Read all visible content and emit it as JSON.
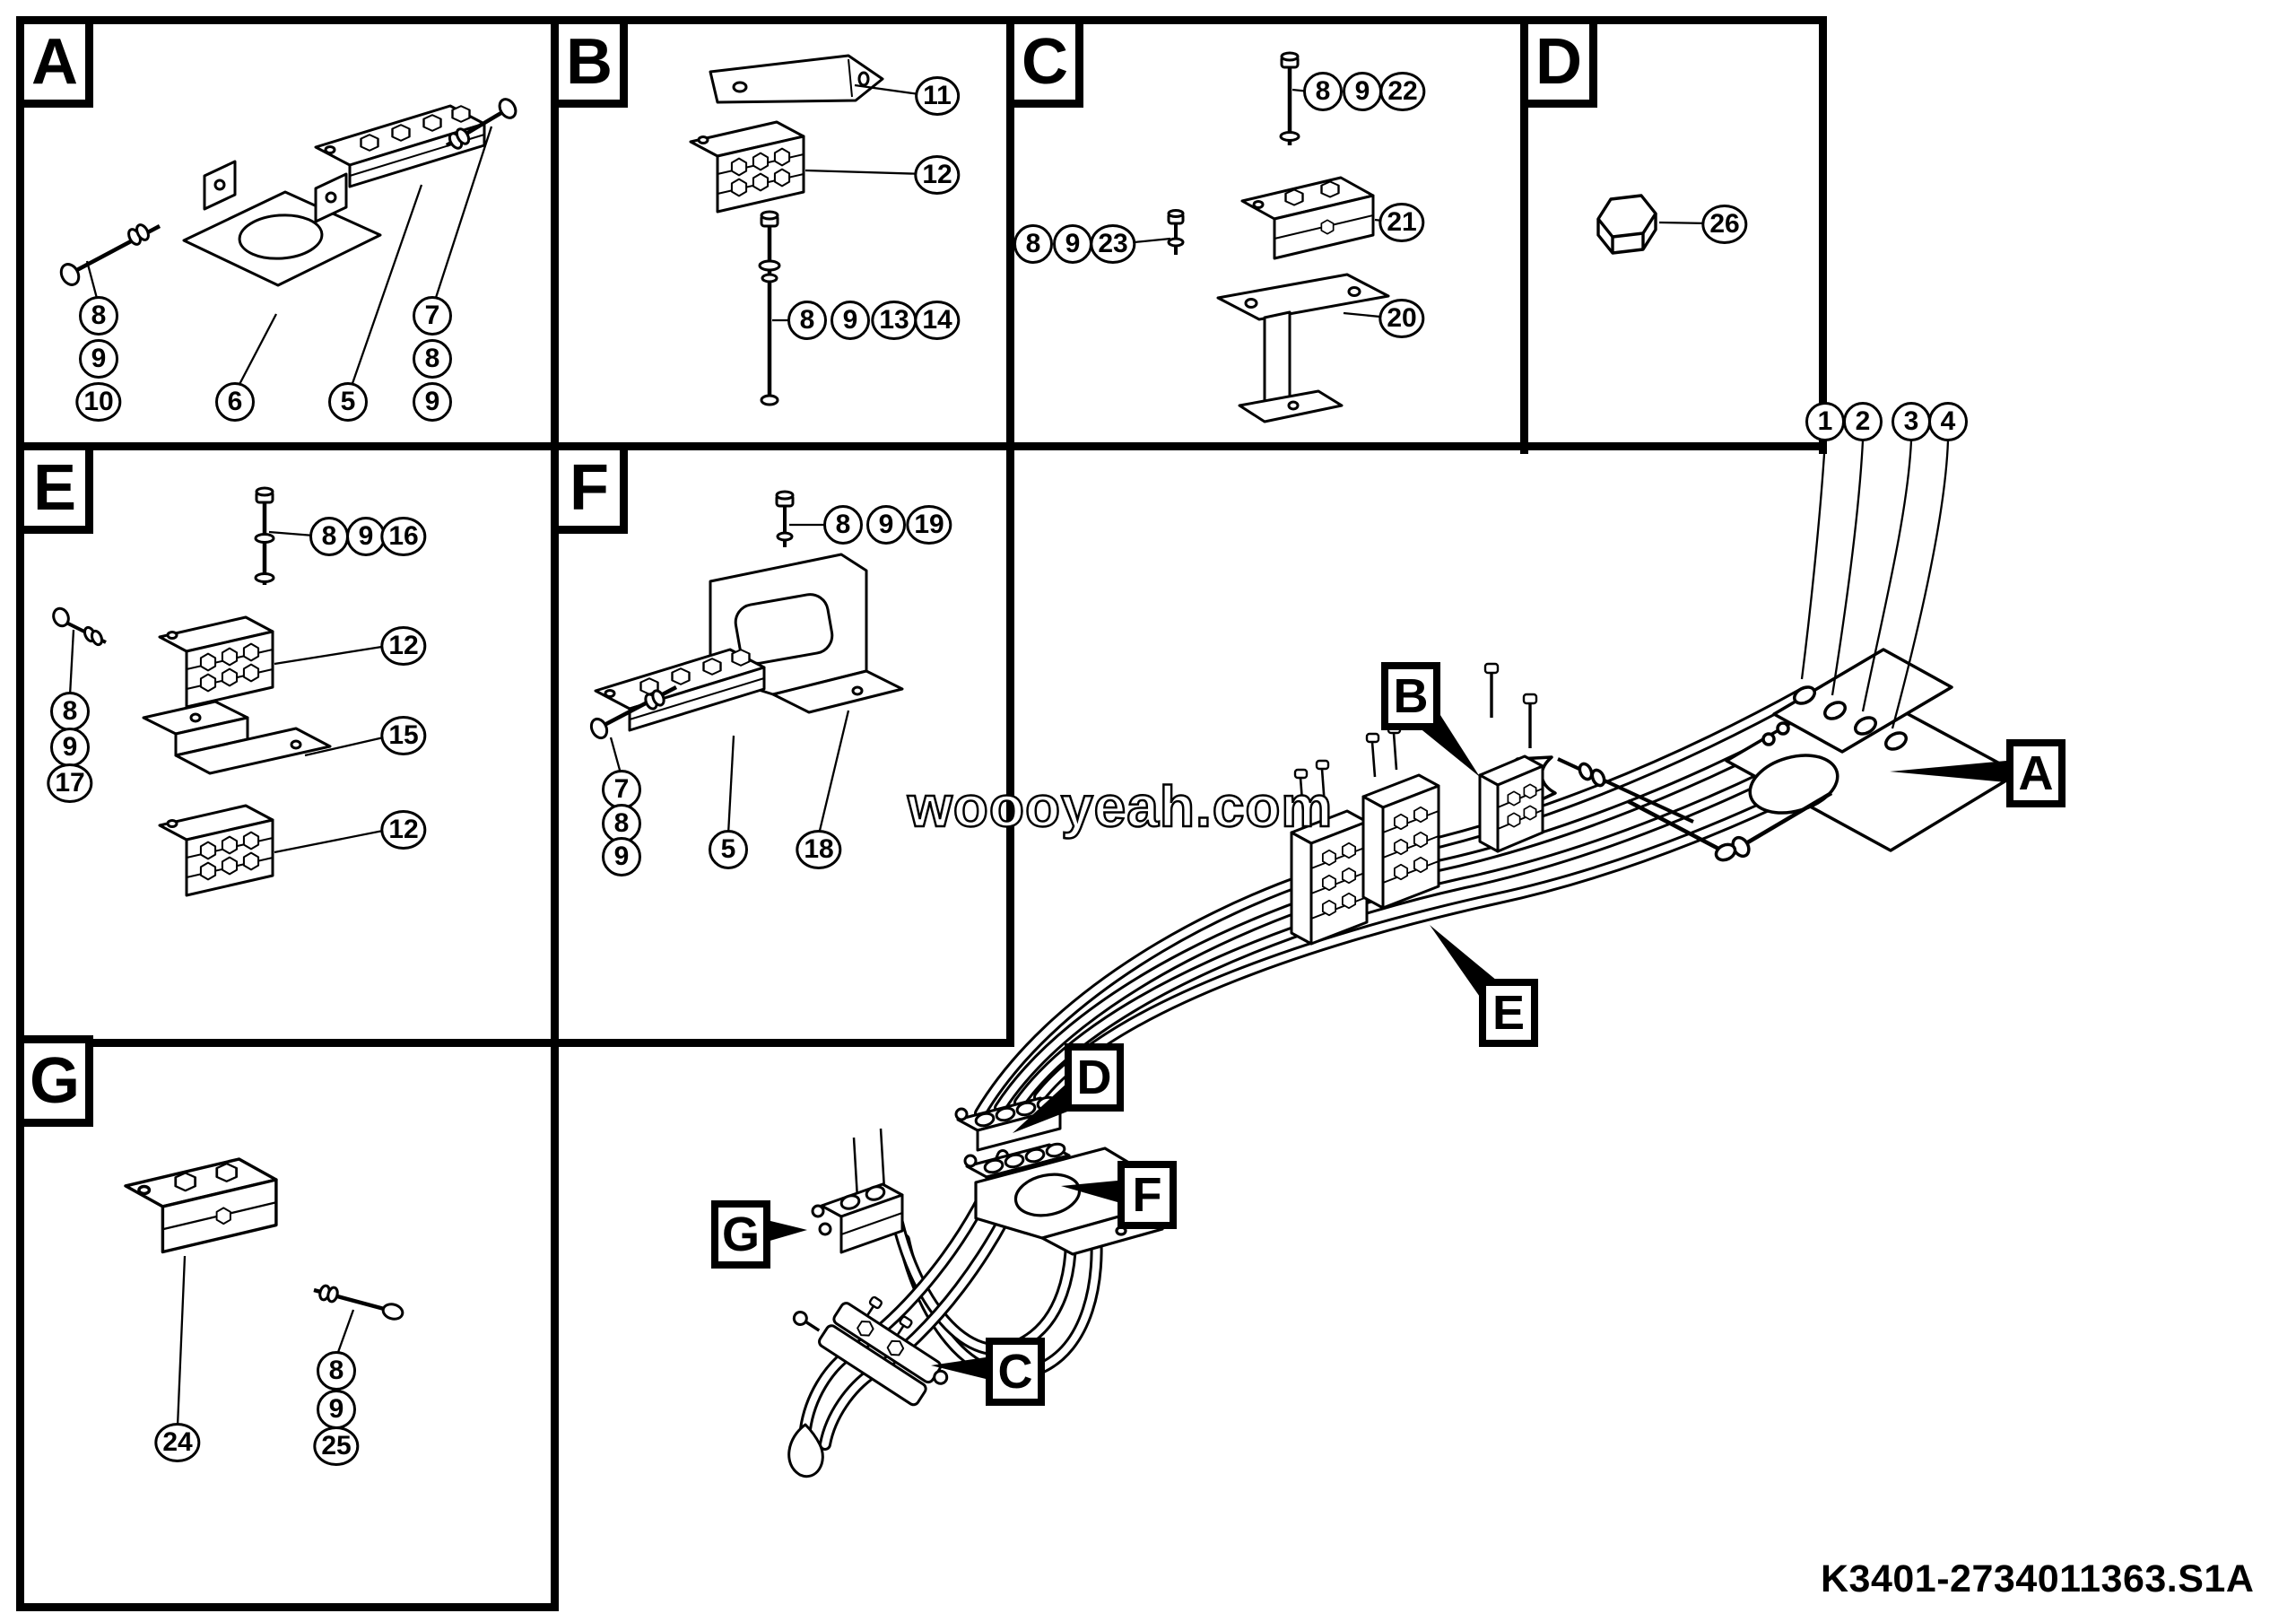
{
  "title_block": {
    "drawing_number": "K3401-2734011363.S1A"
  },
  "watermark": {
    "text": "woooyeah.com"
  },
  "panels": [
    {
      "id": "A",
      "label": "A",
      "callouts": [
        {
          "n": "8"
        },
        {
          "n": "9"
        },
        {
          "n": "10"
        },
        {
          "n": "6"
        },
        {
          "n": "5"
        },
        {
          "n": "7"
        },
        {
          "n": "8"
        },
        {
          "n": "9"
        }
      ]
    },
    {
      "id": "B",
      "label": "B",
      "callouts": [
        {
          "n": "11"
        },
        {
          "n": "12"
        },
        {
          "n": "8"
        },
        {
          "n": "9"
        },
        {
          "n": "13"
        },
        {
          "n": "14"
        }
      ]
    },
    {
      "id": "C",
      "label": "C",
      "callouts": [
        {
          "n": "8"
        },
        {
          "n": "9"
        },
        {
          "n": "22"
        },
        {
          "n": "8"
        },
        {
          "n": "9"
        },
        {
          "n": "23"
        },
        {
          "n": "21"
        },
        {
          "n": "20"
        }
      ]
    },
    {
      "id": "D",
      "label": "D",
      "callouts": [
        {
          "n": "26"
        }
      ]
    },
    {
      "id": "E",
      "label": "E",
      "callouts": [
        {
          "n": "8"
        },
        {
          "n": "9"
        },
        {
          "n": "16"
        },
        {
          "n": "12"
        },
        {
          "n": "15"
        },
        {
          "n": "12"
        },
        {
          "n": "8"
        },
        {
          "n": "9"
        },
        {
          "n": "17"
        }
      ]
    },
    {
      "id": "F",
      "label": "F",
      "callouts": [
        {
          "n": "8"
        },
        {
          "n": "9"
        },
        {
          "n": "19"
        },
        {
          "n": "7"
        },
        {
          "n": "8"
        },
        {
          "n": "9"
        },
        {
          "n": "5"
        },
        {
          "n": "18"
        }
      ]
    },
    {
      "id": "G",
      "label": "G",
      "callouts": [
        {
          "n": "24"
        },
        {
          "n": "8"
        },
        {
          "n": "9"
        },
        {
          "n": "25"
        }
      ]
    }
  ],
  "assembly": {
    "pipe_callouts": [
      {
        "n": "1"
      },
      {
        "n": "2"
      },
      {
        "n": "3"
      },
      {
        "n": "4"
      }
    ],
    "ref_labels": [
      {
        "t": "A"
      },
      {
        "t": "B"
      },
      {
        "t": "E"
      },
      {
        "t": "D"
      },
      {
        "t": "F"
      },
      {
        "t": "G"
      },
      {
        "t": "C"
      }
    ]
  }
}
